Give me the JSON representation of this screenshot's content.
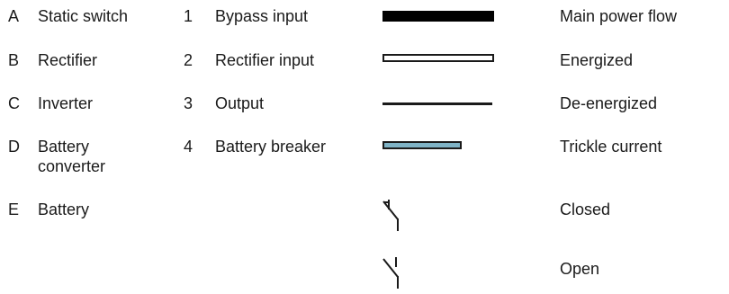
{
  "components": [
    {
      "letter": "A",
      "label": "Static switch"
    },
    {
      "letter": "B",
      "label": "Rectifier"
    },
    {
      "letter": "C",
      "label": "Inverter"
    },
    {
      "letter": "D",
      "label": "Battery converter"
    },
    {
      "letter": "E",
      "label": "Battery"
    }
  ],
  "connections": [
    {
      "number": "1",
      "label": "Bypass input"
    },
    {
      "number": "2",
      "label": "Rectifier input"
    },
    {
      "number": "3",
      "label": "Output"
    },
    {
      "number": "4",
      "label": "Battery breaker"
    }
  ],
  "legend": [
    {
      "symbol": "main-power-flow-line",
      "label": "Main power flow"
    },
    {
      "symbol": "energized-line",
      "label": "Energized"
    },
    {
      "symbol": "de-energized-line",
      "label": "De-energized"
    },
    {
      "symbol": "trickle-current-line",
      "label": "Trickle current",
      "color": "#7fb3c6"
    },
    {
      "symbol": "closed-switch-icon",
      "label": "Closed"
    },
    {
      "symbol": "open-switch-icon",
      "label": "Open"
    }
  ]
}
